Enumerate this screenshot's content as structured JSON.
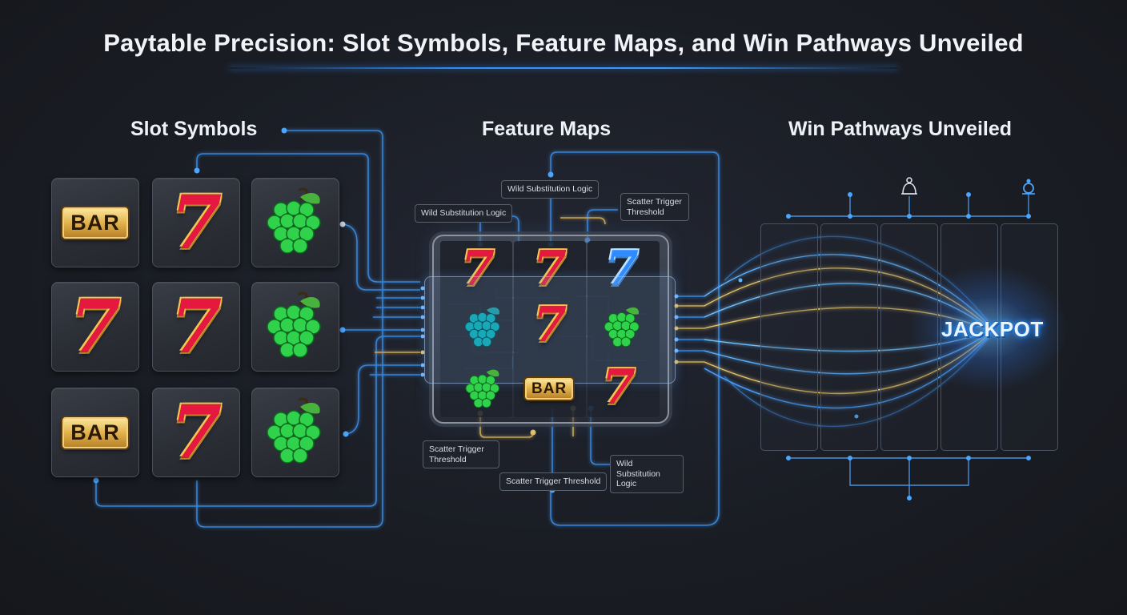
{
  "title": "Paytable Precision: Slot Symbols, Feature Maps, and Win Pathways Unveiled",
  "sections": {
    "slot_symbols": "Slot Symbols",
    "feature_maps": "Feature Maps",
    "win_pathways": "Win Pathways Unveiled"
  },
  "symbols": {
    "bar": "BAR",
    "seven": "7"
  },
  "callouts": {
    "wild_top": "Wild Substitution Logic",
    "wild_left": "Wild Substitution Logic",
    "scatter_top": "Scatter Trigger Threshold",
    "scatter_left": "Scatter Trigger Threshold",
    "wild_bottom": "Wild Substitution Logic",
    "scatter_bottom": "Scatter Trigger Threshold"
  },
  "jackpot": "JACKPOT",
  "colors": {
    "accent_blue": "#2f8fff",
    "accent_gold": "#e2b24b",
    "seven_red": "#e5183f",
    "grape_green": "#2fd24a",
    "grape_teal": "#1aa7b8"
  },
  "icons": [
    "grapes-icon",
    "lucky-seven-icon",
    "bar-icon",
    "bell-icon",
    "sensor-icon"
  ]
}
